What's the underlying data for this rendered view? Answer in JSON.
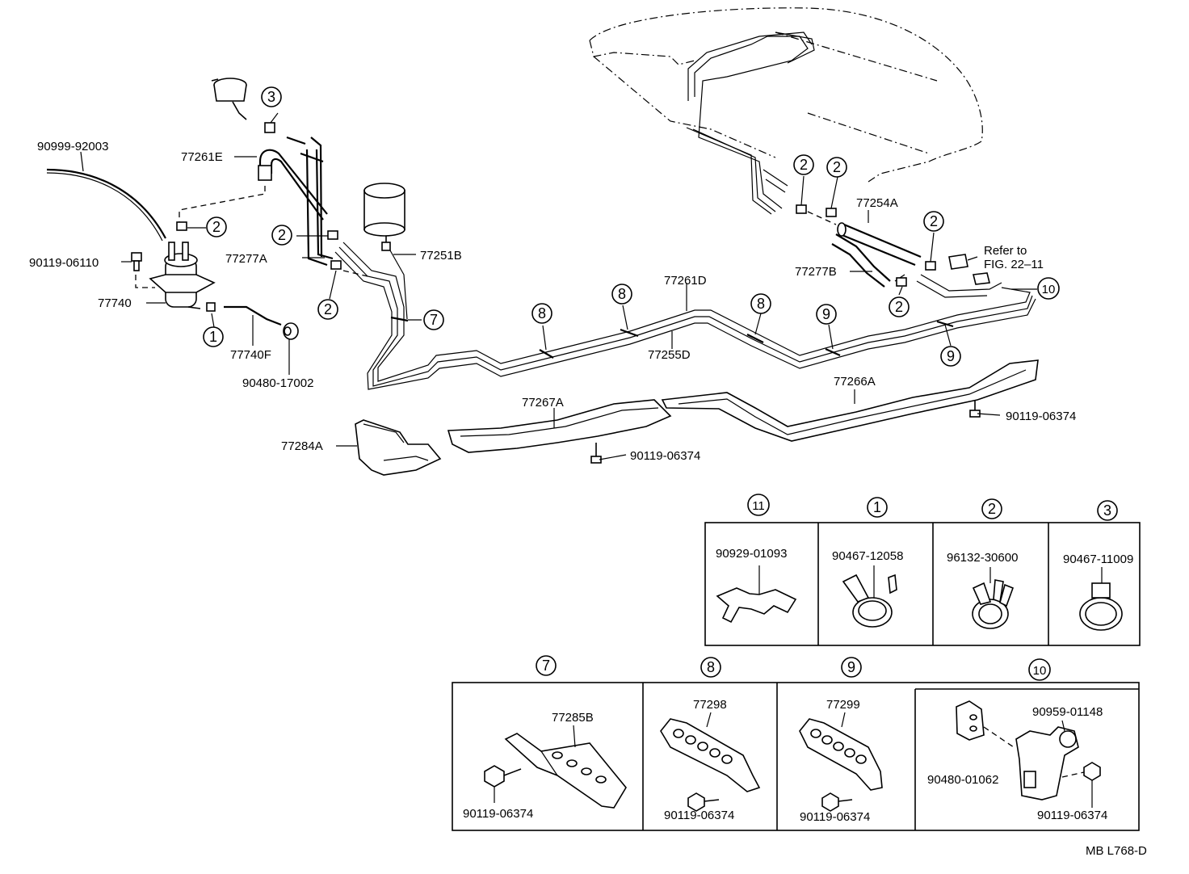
{
  "callouts": {
    "p90999_92003": "90999-92003",
    "p77261E": "77261E",
    "p90119_06110": "90119-06110",
    "p77740": "77740",
    "p77740F": "77740F",
    "p90480_17002": "90480-17002",
    "p77277A": "77277A",
    "p77251B": "77251B",
    "p77254A": "77254A",
    "p77277B": "77277B",
    "refer_line1": "Refer to",
    "refer_line2": "FIG. 22–11",
    "p77261D": "77261D",
    "p77255D": "77255D",
    "p77266A": "77266A",
    "p77267A": "77267A",
    "p90119_06374_a": "90119-06374",
    "p90119_06374_b": "90119-06374",
    "p77284A": "77284A"
  },
  "circled_numbers": {
    "c1": "1",
    "c2": "2",
    "c3": "3",
    "c7": "7",
    "c8": "8",
    "c9": "9",
    "c10": "10",
    "c11": "11"
  },
  "clamp_table": {
    "cells": [
      {
        "key": "11",
        "part": "90929-01093"
      },
      {
        "key": "1",
        "part": "90467-12058"
      },
      {
        "key": "2",
        "part": "96132-30600"
      },
      {
        "key": "3",
        "part": "90467-11009"
      }
    ]
  },
  "bracket_table": {
    "cells": [
      {
        "key": "7",
        "part": "77285B",
        "bolt": "90119-06374"
      },
      {
        "key": "8",
        "part": "77298",
        "bolt": "90119-06374"
      },
      {
        "key": "9",
        "part": "77299",
        "bolt": "90119-06374"
      },
      {
        "key": "10",
        "part": "90959-01148",
        "part2": "90480-01062",
        "bolt": "90119-06374"
      }
    ]
  },
  "figure_code": "MB L768-D"
}
